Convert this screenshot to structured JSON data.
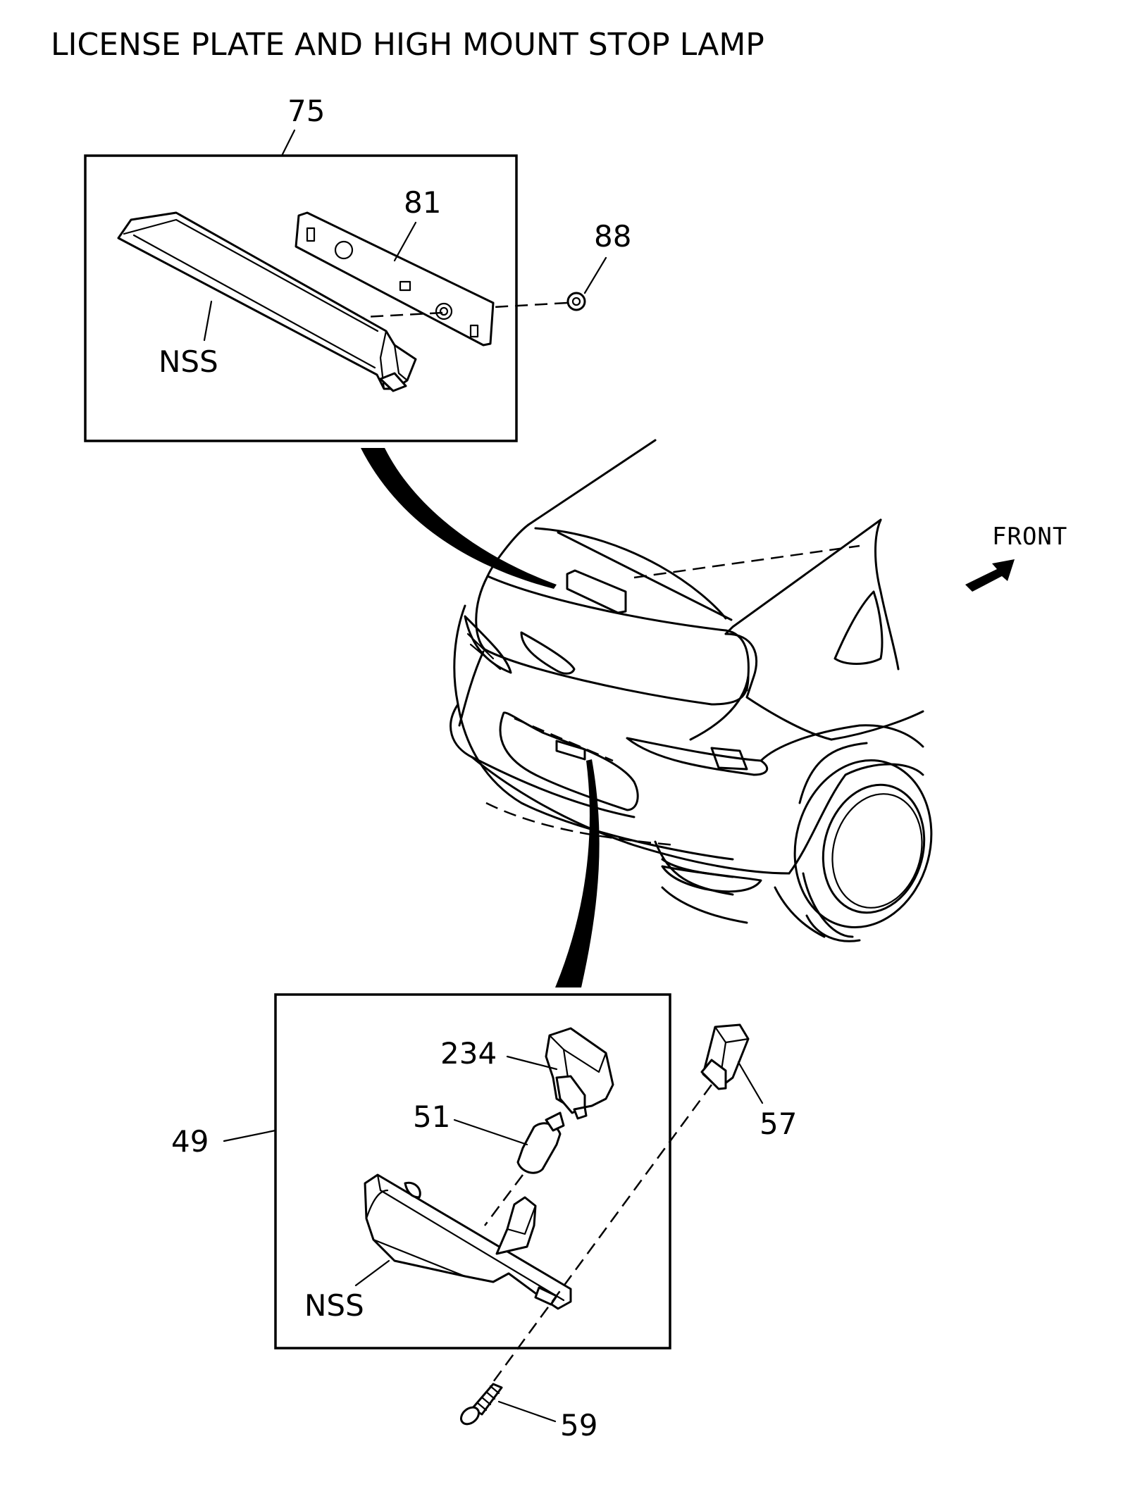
{
  "title": "LICENSE PLATE AND HIGH MOUNT STOP LAMP",
  "direction_label": "FRONT",
  "callouts": {
    "c75": "75",
    "c81": "81",
    "c88": "88",
    "c_nss_top": "NSS",
    "c234": "234",
    "c51": "51",
    "c49": "49",
    "c57": "57",
    "c_nss_bottom": "NSS",
    "c59": "59"
  }
}
